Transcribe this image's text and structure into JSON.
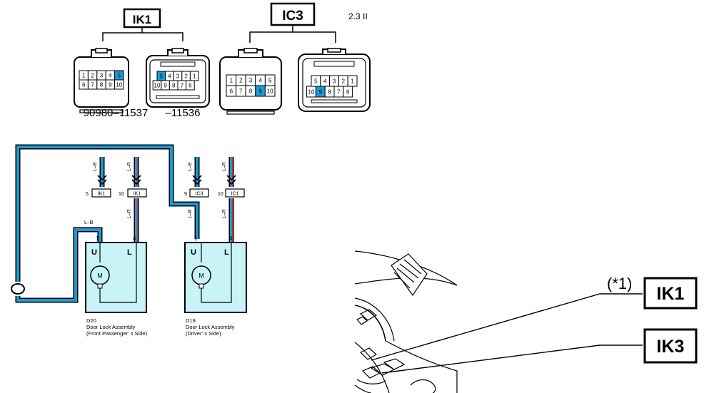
{
  "top": {
    "ik1_label": "IK1",
    "ic3_label": "IC3",
    "note": "2.3 II",
    "part_number_a": "90980–11537",
    "part_number_b": "–11536"
  },
  "connectors": {
    "ik1_a": {
      "row1": [
        "1",
        "2",
        "3",
        "4",
        "5"
      ],
      "row2": [
        "6",
        "7",
        "8",
        "9",
        "10"
      ],
      "highlight": "5"
    },
    "ik1_b": {
      "row1": [
        "5",
        "4",
        "3",
        "2",
        "1"
      ],
      "row2": [
        "10",
        "9",
        "8",
        "7",
        "6"
      ],
      "highlight": "5"
    },
    "ic3_a": {
      "row1": [
        "1",
        "2",
        "3",
        "4",
        "5"
      ],
      "row2": [
        "6",
        "7",
        "8",
        "9",
        "10"
      ],
      "highlight": "9"
    },
    "ic3_b": {
      "row1": [
        "5",
        "4",
        "3",
        "2",
        "1"
      ],
      "row2": [
        "10",
        "9",
        "8",
        "7",
        "6"
      ],
      "highlight": "9"
    }
  },
  "schematic": {
    "wire_color_lb": "L–B",
    "wire_color_lr": "L–R",
    "pin5": "5",
    "ik1_tag_1": "IK1",
    "pin10a": "10",
    "ik1_tag_2": "IK1",
    "pin9": "9",
    "ic3_tag": "IC3",
    "pin10b": "10",
    "ic1_tag": "IC1",
    "d20_pin1": "1",
    "d20_pin4": "4",
    "d19_pin1": "1",
    "d19_pin4": "4",
    "terminal_u": "U",
    "terminal_l": "L",
    "motor": "M",
    "d20_code": "D20",
    "d20_name": "Door Lock Assembly",
    "d20_side": "(Front Passenger’ s Side)",
    "d19_code": "D19",
    "d19_name": "Door Lock Assembly",
    "d19_side": "(Driver’ s Side)"
  },
  "location": {
    "note": "(*1)",
    "callout_1": "IK1",
    "callout_2": "IK3"
  },
  "colors": {
    "wire_blue": "#1a9ad6",
    "wire_red": "#e03030",
    "component_fill": "#c8f4f8",
    "pin_highlight": "#1a9ad6"
  }
}
